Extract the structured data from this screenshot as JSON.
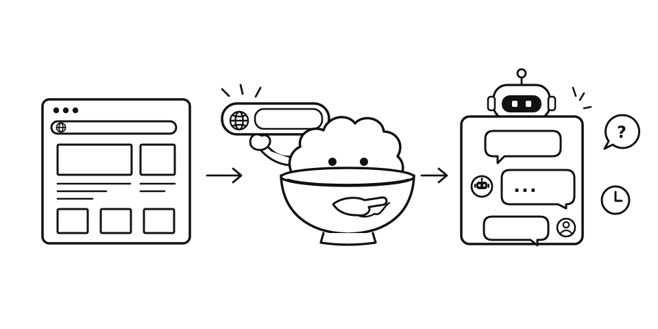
{
  "diagram": {
    "type": "process-illustration",
    "steps": [
      {
        "id": "website",
        "depicts": "browser-window-icon"
      },
      {
        "id": "assistant",
        "depicts": "bowl-mascot-holding-url-bar"
      },
      {
        "id": "chat",
        "depicts": "chatbot-conversation-panel"
      }
    ],
    "arrows": [
      {
        "from": "website",
        "to": "assistant"
      },
      {
        "from": "assistant",
        "to": "chat"
      }
    ],
    "typing_indicator": "...",
    "question_badge": "?",
    "colors": {
      "stroke": "#111111",
      "background": "#ffffff",
      "fill": "#ffffff",
      "accent": "#111111"
    }
  }
}
